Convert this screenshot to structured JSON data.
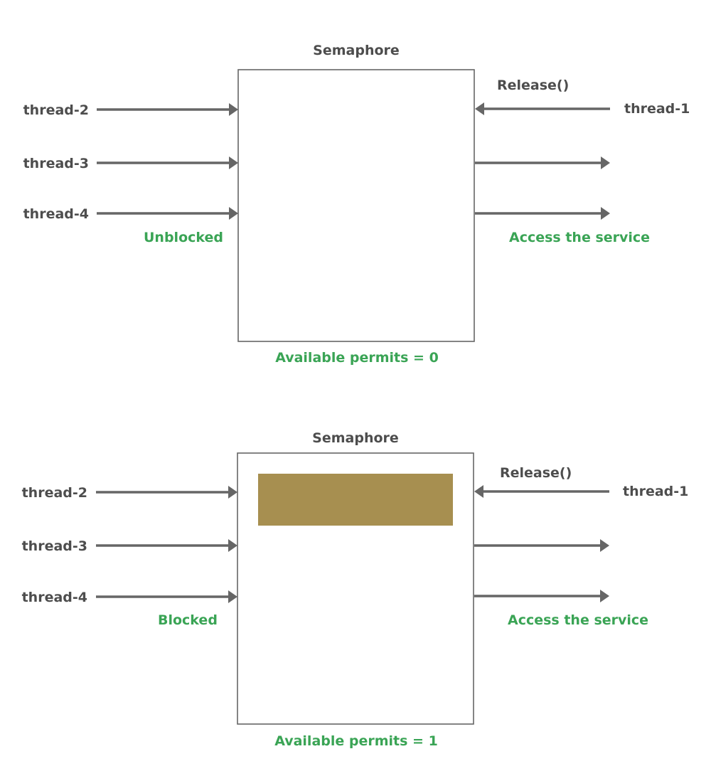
{
  "colors": {
    "label": "#4d4d4d",
    "status": "#3aa455",
    "arrow": "#666666",
    "permit_block": "#a78f50"
  },
  "panels": [
    {
      "title": "Semaphore",
      "release_label": "Release()",
      "incoming_threads": [
        "thread-2",
        "thread-3",
        "thread-4"
      ],
      "releasing_thread": "thread-1",
      "left_status": "Unblocked",
      "right_status": "Access the service",
      "permits_label": "Available permits = 0",
      "available_permits": 0
    },
    {
      "title": "Semaphore",
      "release_label": "Release()",
      "incoming_threads": [
        "thread-2",
        "thread-3",
        "thread-4"
      ],
      "releasing_thread": "thread-1",
      "left_status": "Blocked",
      "right_status": "Access the service",
      "permits_label": "Available permits = 1",
      "available_permits": 1
    }
  ]
}
